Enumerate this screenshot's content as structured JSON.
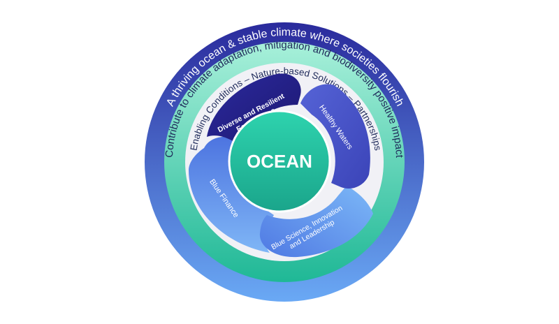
{
  "diagram": {
    "outer_ring": {
      "text": "A thriving ocean & stable climate where societies flourish",
      "gradient_top": "#2a2a9c",
      "gradient_bottom": "#6aa9f5",
      "text_color": "#ffffff"
    },
    "middle_ring": {
      "text": "Contribute to climate adaptation, mitigation and biodiversity positive impact",
      "gradient_top": "#a8f0da",
      "gradient_bottom": "#1fb896",
      "text_color": "#1f2a5a"
    },
    "inner_ring": {
      "text": "Enabling Conditions – Nature-based Solutions – Partnerships",
      "fill": "#f1f1f6",
      "text_color": "#1f2a5a"
    },
    "petals": [
      {
        "label_lines": [
          "Diverse and Resilient",
          "Ecosystems"
        ],
        "color_a": "#2c2a9e",
        "color_b": "#1c1770"
      },
      {
        "label_lines": [
          "Healthy Waters"
        ],
        "color_a": "#5563d6",
        "color_b": "#3b44b8"
      },
      {
        "label_lines": [
          "Blue Science, Innovation",
          "and Leadership"
        ],
        "color_a": "#7cb8f7",
        "color_b": "#4f79e3"
      },
      {
        "label_lines": [
          "Blue Finance"
        ],
        "color_a": "#4d74e0",
        "color_b": "#7fb6f6"
      }
    ],
    "center": {
      "label": "OCEAN",
      "color_a": "#2ed3ae",
      "color_b": "#1aa58b",
      "text_color": "#ffffff"
    }
  }
}
